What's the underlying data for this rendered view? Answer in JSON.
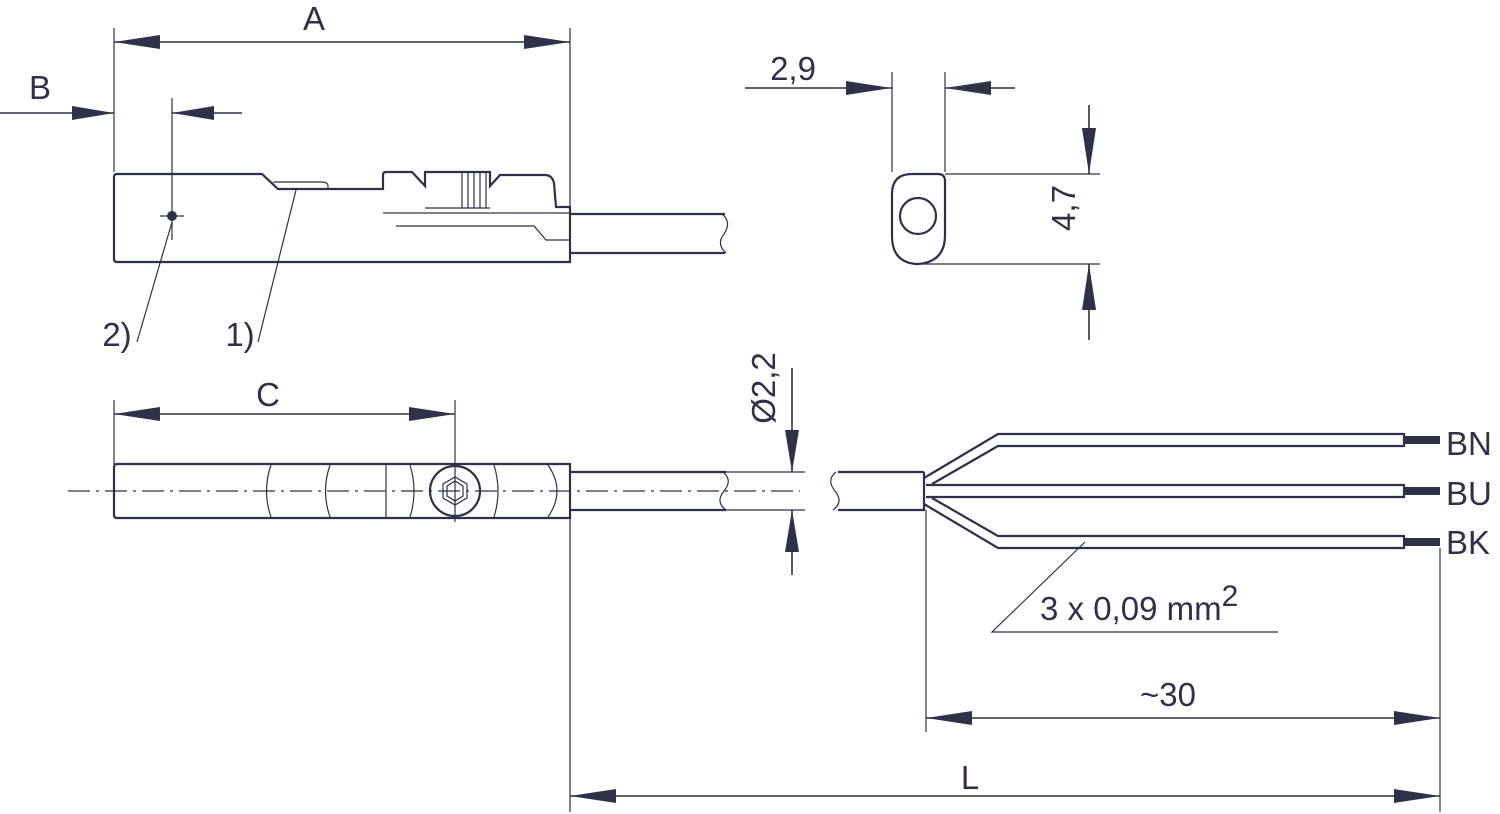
{
  "labels": {
    "dim_a": "A",
    "dim_b": "B",
    "dim_c": "C",
    "dim_l": "L",
    "width_29": "2,9",
    "height_47": "4,7",
    "diameter": "Ø2,2",
    "lead_length": "~30",
    "callout_1": "1)",
    "callout_2": "2)",
    "wire_spec": "3 x 0,09 mm",
    "wire_spec_sup": "2",
    "wire_bn": "BN",
    "wire_bu": "BU",
    "wire_bk": "BK"
  },
  "colors": {
    "line": "#2e3148",
    "background": "#ffffff"
  }
}
